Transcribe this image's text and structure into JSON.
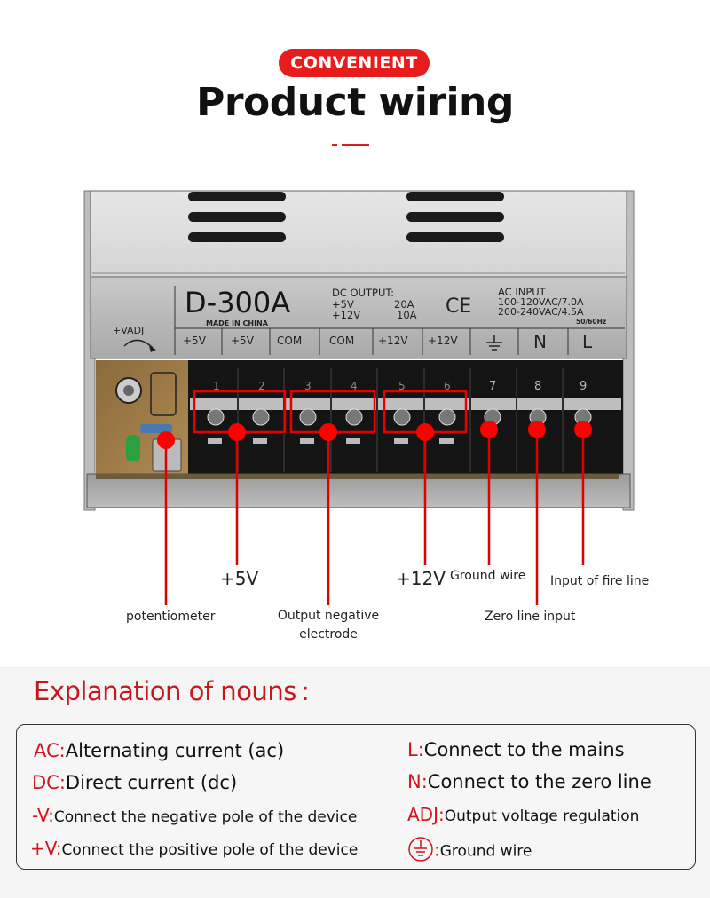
{
  "header": {
    "badge": "CONVENIENT",
    "title": "Product wiring",
    "accent_color": "#e81c1c"
  },
  "device": {
    "model": "D-300A",
    "made_in": "MADE IN CHINA",
    "dc_output_heading": "DC OUTPUT:",
    "dc_output_rows": [
      {
        "voltage": "+5V",
        "current": "20A"
      },
      {
        "voltage": "+12V",
        "current": "10A"
      }
    ],
    "certification": "CE",
    "ac_input_heading": "AC INPUT",
    "ac_input_rows": [
      "100-120VAC/7.0A",
      "200-240VAC/4.5A"
    ],
    "frequency": "50/60Hz",
    "adjust_label": "+VADJ",
    "adjust_plus": "+",
    "terminal_labels": [
      "+5V",
      "+5V",
      "COM",
      "COM",
      "+12V",
      "+12V",
      "ground-symbol",
      "N",
      "L"
    ],
    "terminal_numbers": [
      "1",
      "2",
      "3",
      "4",
      "5",
      "6",
      "7",
      "8",
      "9"
    ]
  },
  "callouts": {
    "potentiometer": "potentiometer",
    "plus5v": "+5V",
    "output_negative_line1": "Output negative",
    "output_negative_line2": "electrode",
    "plus12v": "+12V",
    "ground_wire": "Ground wire",
    "zero_line_input": "Zero line input",
    "fire_line_input": "Input of fire line"
  },
  "explanation": {
    "title": "Explanation of nouns :",
    "left": [
      {
        "key": "AC:",
        "text": "Alternating current (ac)"
      },
      {
        "key": "DC:",
        "text": "Direct current (dc)"
      },
      {
        "key": "-V:",
        "text": "Connect the negative pole of the device"
      },
      {
        "key": "+V:",
        "text": "Connect the positive pole of the device"
      }
    ],
    "right": [
      {
        "key": "L:",
        "text": "Connect to the mains"
      },
      {
        "key": "N:",
        "text": "Connect to the zero line"
      },
      {
        "key": "ADJ:",
        "text": "Output voltage regulation"
      },
      {
        "key": "ground-icon",
        "sep": ":",
        "text": "Ground wire"
      }
    ]
  }
}
